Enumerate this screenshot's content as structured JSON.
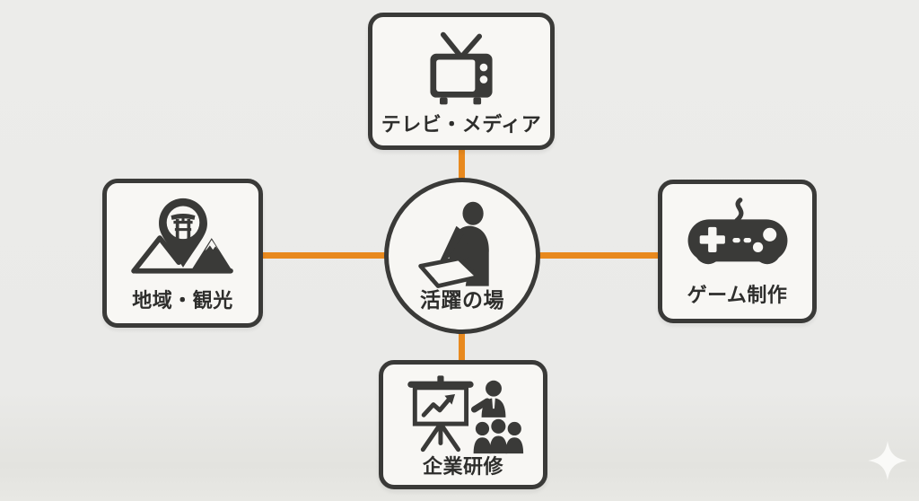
{
  "colors": {
    "background": "#EAEAE8",
    "panel_fill": "#F8F7F4",
    "ink": "#3A3A38",
    "connector_orange": "#E8891E",
    "label_text": "#2E2E2C",
    "sparkle_white": "#FCFCFA"
  },
  "center": {
    "label": "活躍の場",
    "icon": "writing-person-icon"
  },
  "nodes": {
    "top": {
      "label": "テレビ・メディア",
      "icon": "tv-icon"
    },
    "left": {
      "label": "地域・観光",
      "icon": "torii-map-pin-icon"
    },
    "right": {
      "label": "ゲーム制作",
      "icon": "game-controller-icon"
    },
    "bottom": {
      "label": "企業研修",
      "icon": "training-presentation-icon"
    }
  },
  "decor": {
    "sparkle": "sparkle-icon"
  }
}
